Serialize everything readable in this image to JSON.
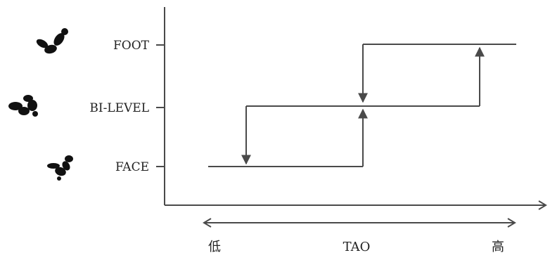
{
  "modes": {
    "foot": {
      "label": "FOOT",
      "icon": "foot-airflow-icon"
    },
    "bilevel": {
      "label": "BI-LEVEL",
      "icon": "bilevel-airflow-icon"
    },
    "face": {
      "label": "FACE",
      "icon": "face-airflow-icon"
    }
  },
  "x_axis": {
    "low_label": "低",
    "center_label": "TAO",
    "high_label": "高"
  },
  "colors": {
    "line": "#4a4a4a",
    "icon": "#111111",
    "text": "#222222"
  }
}
